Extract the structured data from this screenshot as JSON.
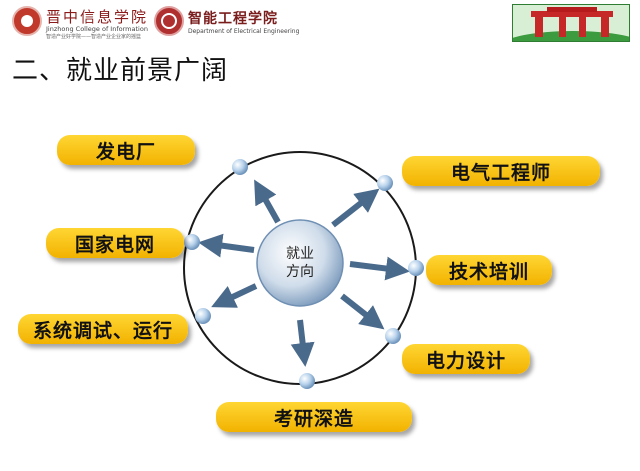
{
  "header": {
    "college_cn": "晋中信息学院",
    "college_en": "Jinzhong College of Information",
    "college_motto": "智造产业好学院——智造产业企业家的摇篮",
    "dept_cn": "智能工程学院",
    "dept_en": "Department of Electrical Engineering"
  },
  "slide": {
    "title": "二、就业前景广阔"
  },
  "diagram": {
    "center": {
      "line1": "就业",
      "line2": "方向"
    },
    "labels": [
      "发电厂",
      "电气工程师",
      "国家电网",
      "技术培训",
      "系统调试、运行",
      "电力设计",
      "考研深造"
    ]
  },
  "colors": {
    "label_fill": "#f7c400",
    "arrow": "#4a6a8c",
    "ring": "#1a1a1a",
    "title_red": "#8b1a1a"
  }
}
